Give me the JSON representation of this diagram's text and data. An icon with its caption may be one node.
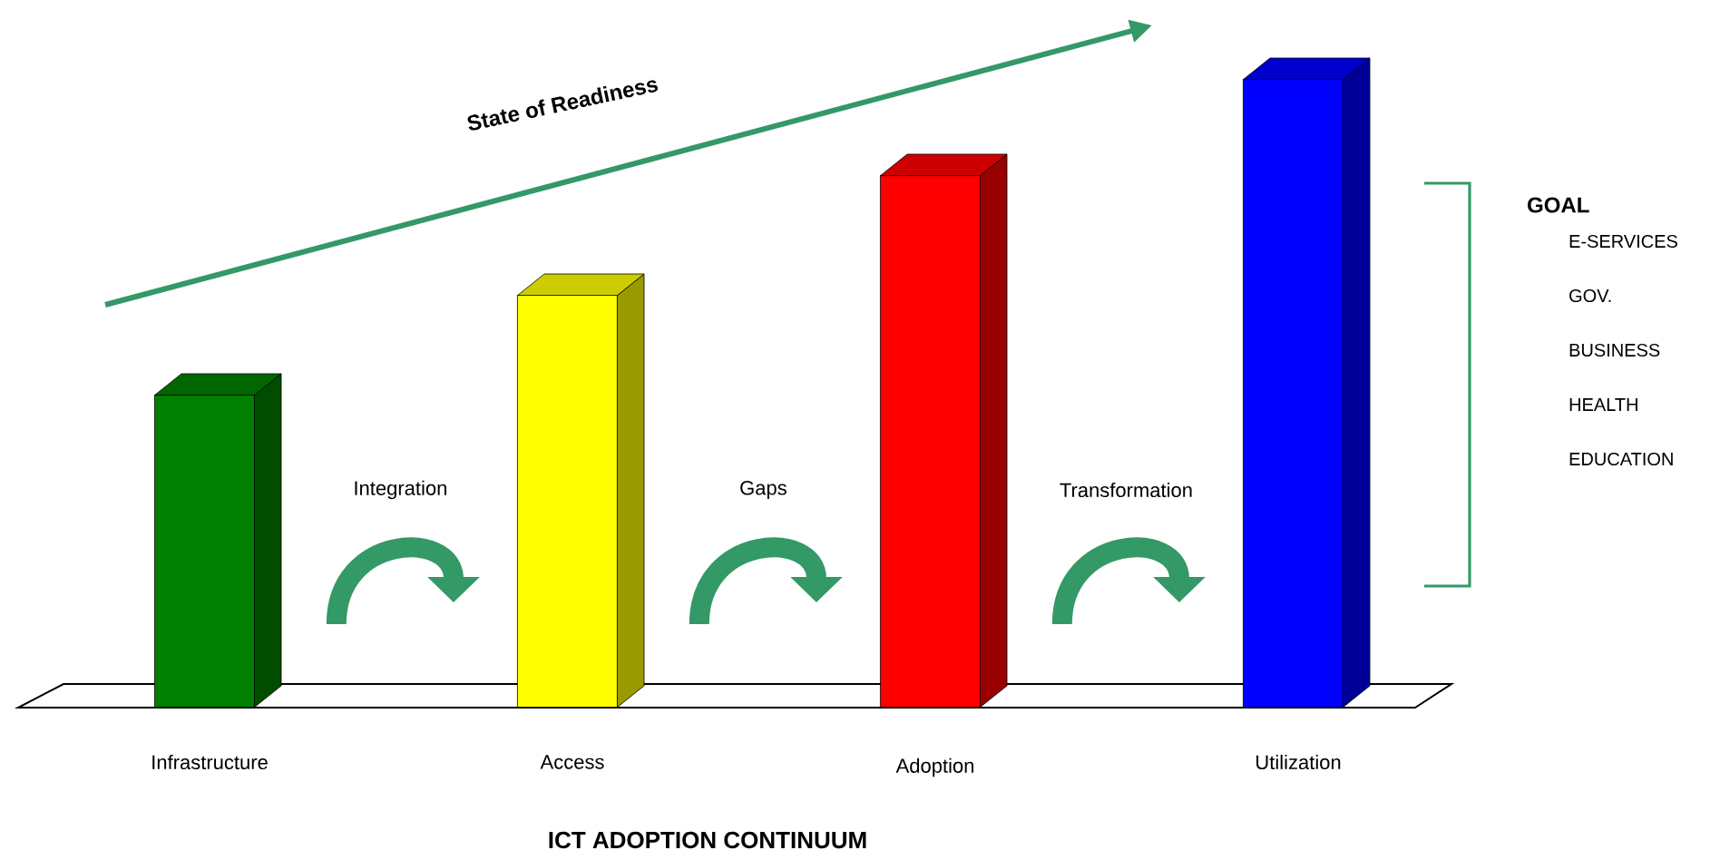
{
  "diagram": {
    "caption": "ICT ADOPTION CONTINUUM",
    "nodes": [
      {
        "text": [
          "Infrastructure"
        ]
      },
      {
        "text": [
          "Access"
        ]
      },
      {
        "text": [
          "Adoption"
        ]
      },
      {
        "text": [
          "Utilization"
        ]
      }
    ],
    "edges": [
      {
        "from": 0,
        "to": 1,
        "arrow": "to",
        "label": "Integration"
      },
      {
        "from": 1,
        "to": 2,
        "arrow": "to",
        "label": "Gaps"
      },
      {
        "from": 2,
        "to": 3,
        "arrow": "to",
        "label": "Transformation"
      }
    ],
    "labels": [
      "State of Readiness",
      "GOAL",
      "E-SERVICES",
      "GOV.",
      "BUSINESS",
      "HEALTH",
      "EDUCATION"
    ]
  }
}
